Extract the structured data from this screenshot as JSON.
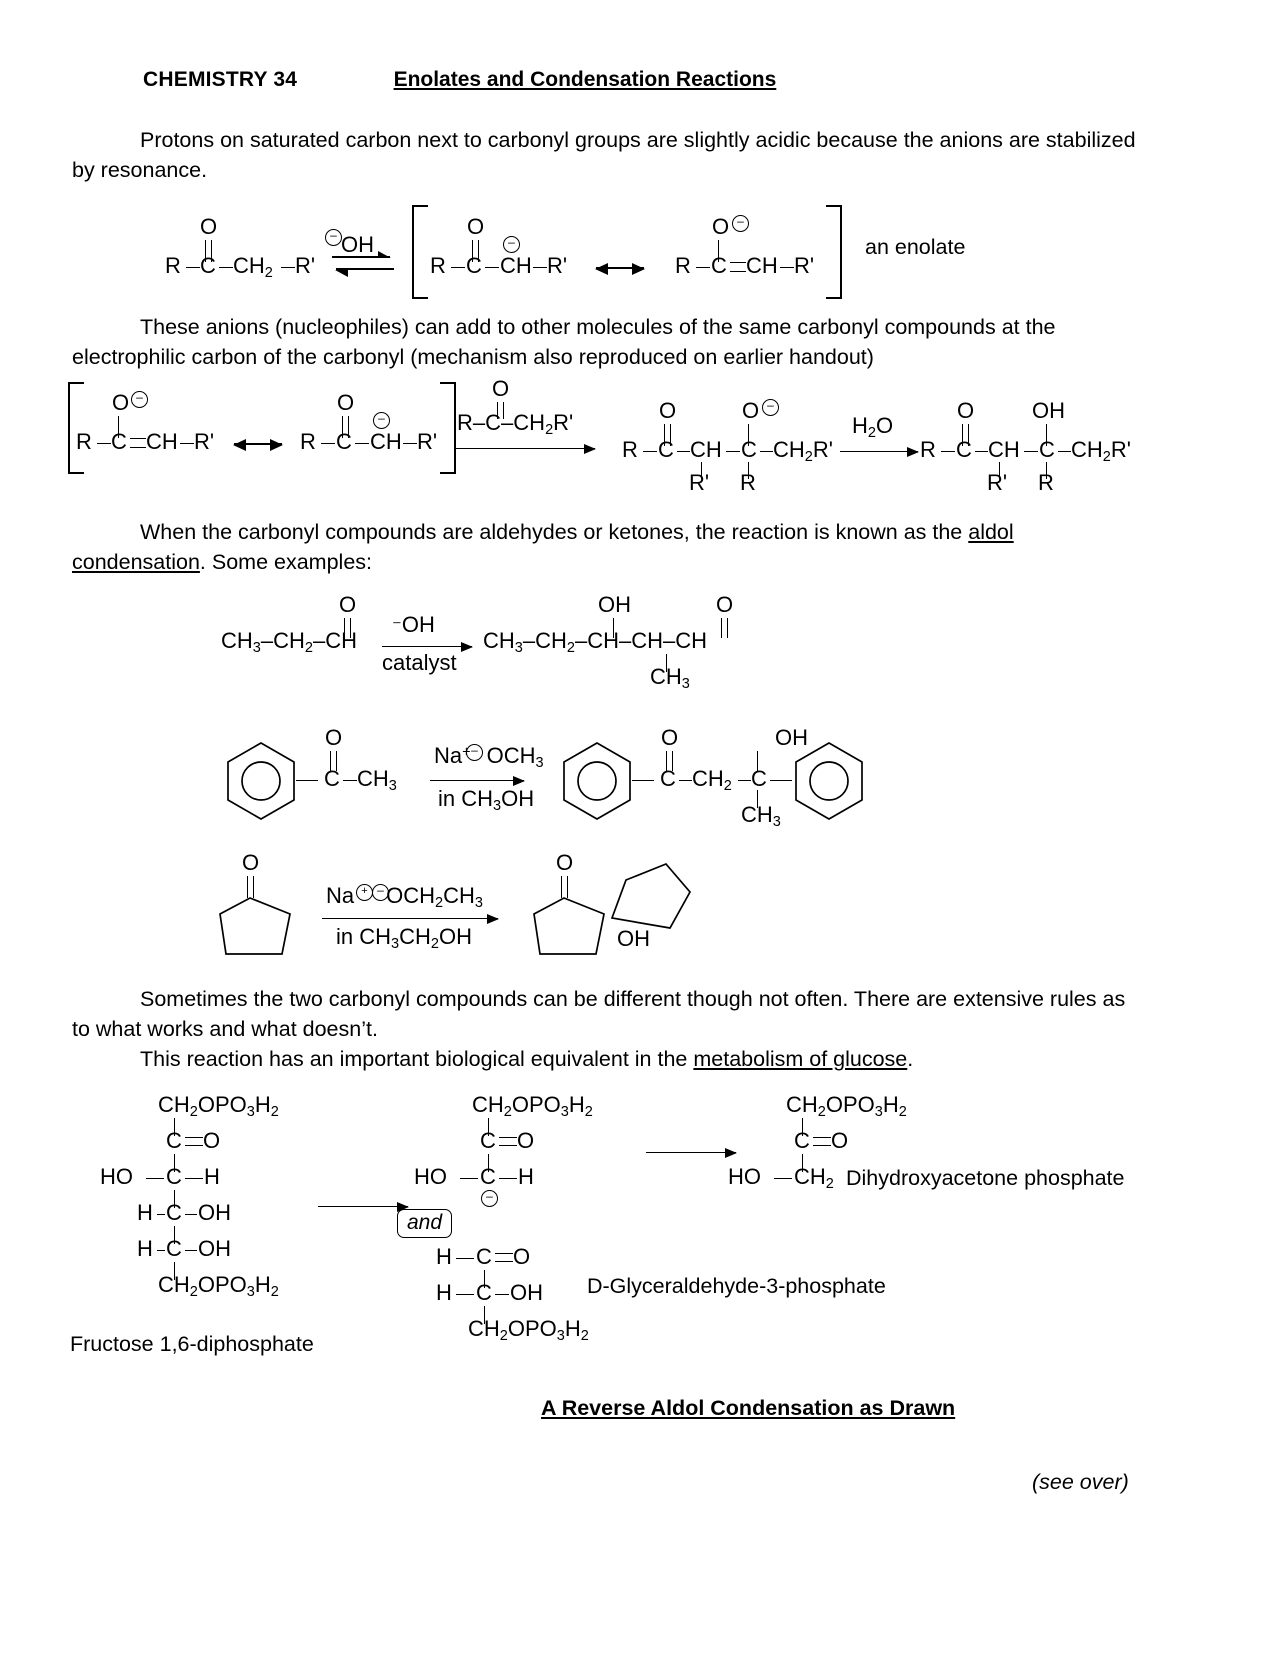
{
  "header": {
    "course": "CHEMISTRY 34",
    "title": "Enolates and Condensation Reactions"
  },
  "paragraphs": {
    "p1": "Protons on saturated carbon next to carbonyl groups are slightly acidic because the anions are stabilized by resonance.",
    "p2": "These anions (nucleophiles) can add to other molecules of the same carbonyl compounds at the electrophilic carbon of the carbonyl (mechanism also reproduced on earlier handout)",
    "p3_pre": "When the carbonyl compounds are aldehydes or ketones, the reaction is known as the ",
    "p3_u1": "aldol condensation",
    "p3_post": ".  Some examples:",
    "p4": "Sometimes the two carbonyl compounds can be different though not often. There are extensive rules as to what works and what doesn’t.",
    "p5_pre": "This reaction has an important biological equivalent in the ",
    "p5_u1": "metabolism of glucose",
    "p5_post": "."
  },
  "scheme1": {
    "reactant": {
      "o": "O",
      "r": "R",
      "c": "C",
      "ch2": "CH",
      "ch2_sub": "2",
      "rp": "R'"
    },
    "reagent": "OH",
    "res1": {
      "o": "O",
      "r": "R",
      "c": "C",
      "ch": "CH",
      "rp": "R'"
    },
    "res2": {
      "o": "O",
      "r": "R",
      "c": "C",
      "ch": "CH",
      "rp": "R'"
    },
    "caption": "an enolate"
  },
  "scheme2": {
    "res_a": {
      "o": "O",
      "r": "R",
      "c": "C",
      "ch": "CH",
      "rp": "R'"
    },
    "res_b": {
      "o": "O",
      "r": "R",
      "c": "C",
      "ch": "CH",
      "rp": "R'"
    },
    "reagent_top": {
      "o": "O",
      "r": "R",
      "c": "C",
      "ch2r": "CH",
      "ch2r_sub": "2",
      "ch2r_tail": "R'"
    },
    "product1": {
      "o": "O",
      "r": "R",
      "c1": "C",
      "ch": "CH",
      "c2": "C",
      "ch2r": "CH",
      "ch2r_sub": "2",
      "ch2r_tail": "R'",
      "sub_rp": "R'",
      "sub_r": "R"
    },
    "reagent2": "H2O",
    "product2": {
      "o": "O",
      "oh": "OH",
      "r": "R",
      "c1": "C",
      "ch": "CH",
      "c2": "C",
      "ch2r": "CH",
      "ch2r_sub": "2",
      "ch2r_tail": "R'",
      "sub_rp": "R'",
      "sub_r": "R"
    }
  },
  "example1": {
    "reactant": "CH3–CH2–CH",
    "reactant_o": "O",
    "reagent_top": "OH",
    "reagent_bottom": "catalyst",
    "product_chain": "CH3–CH2–CH–CH–CH",
    "product_oh": "OH",
    "product_o": "O",
    "product_ch3": "CH3"
  },
  "example2": {
    "reactant_o": "O",
    "reactant_c": "C",
    "reactant_ch3": "CH3",
    "reagent_top": "Na",
    "reagent_top_sup": "+",
    "reagent_top_rest": "OCH3",
    "reagent_bottom": "in  CH3OH",
    "product_o": "O",
    "product_oh": "OH",
    "product_c1": "C",
    "product_ch2": "CH2",
    "product_c2": "C",
    "product_ch3": "CH3"
  },
  "example3": {
    "reactant_o": "O",
    "reagent_top": "Na",
    "reagent_top_rest": "OCH2CH3",
    "reagent_bottom": "in  CH3CH2OH",
    "product_o": "O",
    "product_oh": "OH"
  },
  "glucose": {
    "left": {
      "rows": [
        "CH2OPO3H2",
        "C",
        "O",
        "HO",
        "C",
        "H",
        "H",
        "C",
        "OH",
        "H",
        "C",
        "OH",
        "CH2OPO3H2"
      ],
      "r1": "CH2OPO3H2",
      "r2_left": "C",
      "r2_right": "O",
      "r3_left": "HO",
      "r3_mid": "C",
      "r3_right": "H",
      "r4_left": "H",
      "r4_mid": "C",
      "r4_right": "OH",
      "r5_left": "H",
      "r5_mid": "C",
      "r5_right": "OH",
      "r6": "CH2OPO3H2",
      "name": "Fructose 1,6-diphosphate"
    },
    "middle": {
      "r1": "CH2OPO3H2",
      "r2_left": "C",
      "r2_right": "O",
      "r3_left": "HO",
      "r3_mid": "C",
      "r3_right": "H",
      "and": "and",
      "r4_left": "H",
      "r4_mid": "C",
      "r4_right": "O",
      "r5_left": "H",
      "r5_mid": "C",
      "r5_right": "OH",
      "r6": "CH2OPO3H2",
      "name": "D-Glyceraldehyde-3-phosphate"
    },
    "right": {
      "r1": "CH2OPO3H2",
      "r2_left": "C",
      "r2_right": "O",
      "r3_left": "HO",
      "r3_right": "CH2",
      "name": "Dihydroxyacetone phosphate"
    }
  },
  "footer": {
    "conclusion": "A Reverse Aldol Condensation as Drawn",
    "see_over": "(see over)"
  }
}
